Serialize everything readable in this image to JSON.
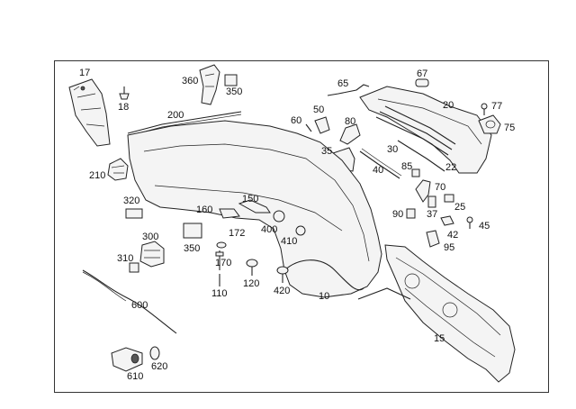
{
  "diagram": {
    "part_numbers": {
      "p17": "17",
      "p18": "18",
      "p360": "360",
      "p350a": "350",
      "p200": "200",
      "p65": "65",
      "p67": "67",
      "p20": "20",
      "p77": "77",
      "p75": "75",
      "p50": "50",
      "p60": "60",
      "p80": "80",
      "p35": "35",
      "p30": "30",
      "p40": "40",
      "p85": "85",
      "p22": "22",
      "p210": "210",
      "p70": "70",
      "p320": "320",
      "p150": "150",
      "p160": "160",
      "p90": "90",
      "p37": "37",
      "p25": "25",
      "p45": "45",
      "p350b": "350",
      "p172": "172",
      "p400": "400",
      "p410": "410",
      "p42": "42",
      "p95": "95",
      "p300": "300",
      "p310": "310",
      "p170": "170",
      "p120": "120",
      "p110": "110",
      "p420": "420",
      "p10": "10",
      "p600": "600",
      "p15": "15",
      "p620": "620",
      "p610": "610"
    }
  }
}
